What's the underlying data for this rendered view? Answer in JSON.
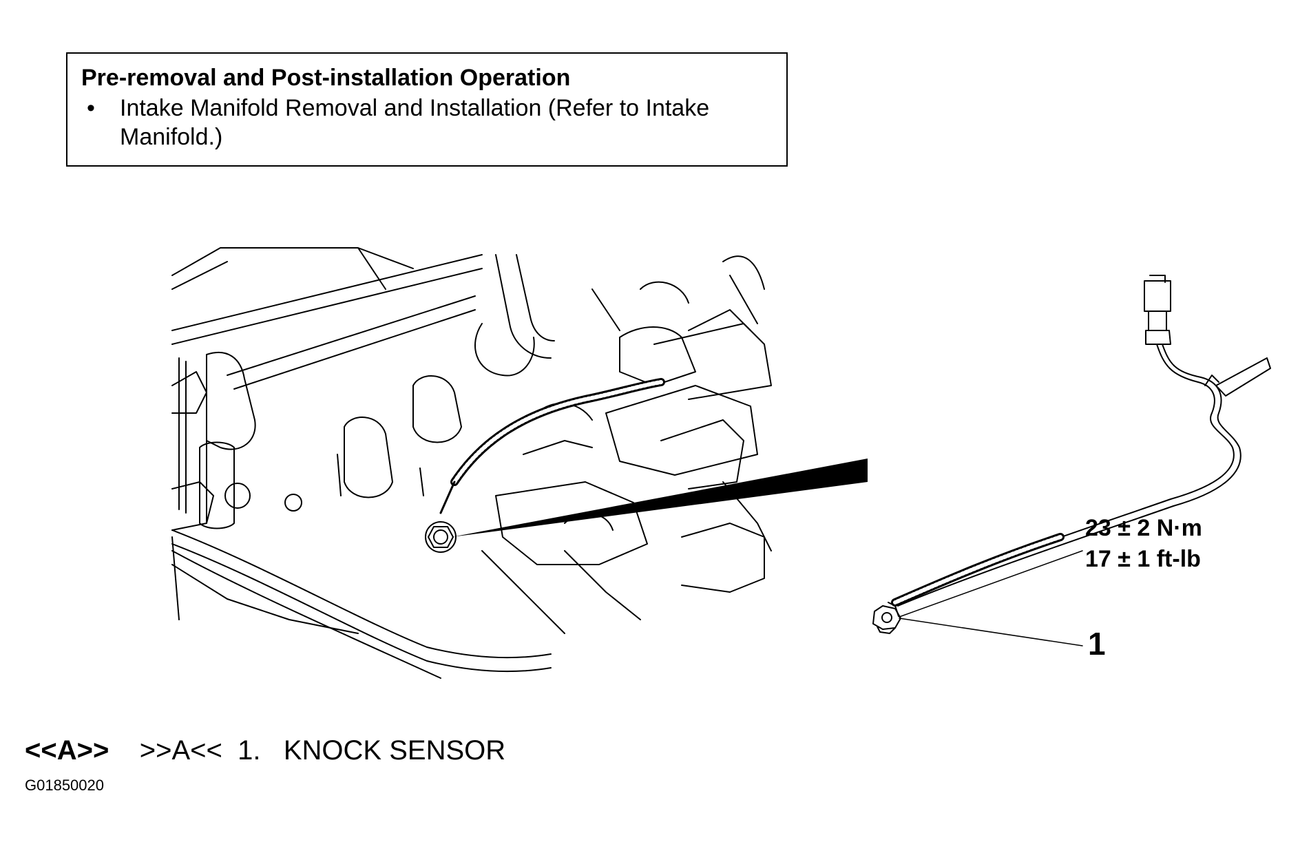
{
  "info_box": {
    "title": "Pre-removal and Post-installation Operation",
    "bullet_symbol": "•",
    "items": [
      "Intake Manifold Removal and Installation (Refer to Intake Manifold.)"
    ]
  },
  "illustration": {
    "engine_view": "engine-bay-line-drawing",
    "part_view": "knock-sensor-with-harness"
  },
  "torque": {
    "metric": "23 ± 2 N·m",
    "imperial": "17 ± 1 ft-lb"
  },
  "callout_number": "1",
  "footer": {
    "removal_mark": "<<A>>",
    "install_mark": ">>A<<",
    "step_number": "1.",
    "step_label": "KNOCK SENSOR"
  },
  "figure_id": "G01850020"
}
